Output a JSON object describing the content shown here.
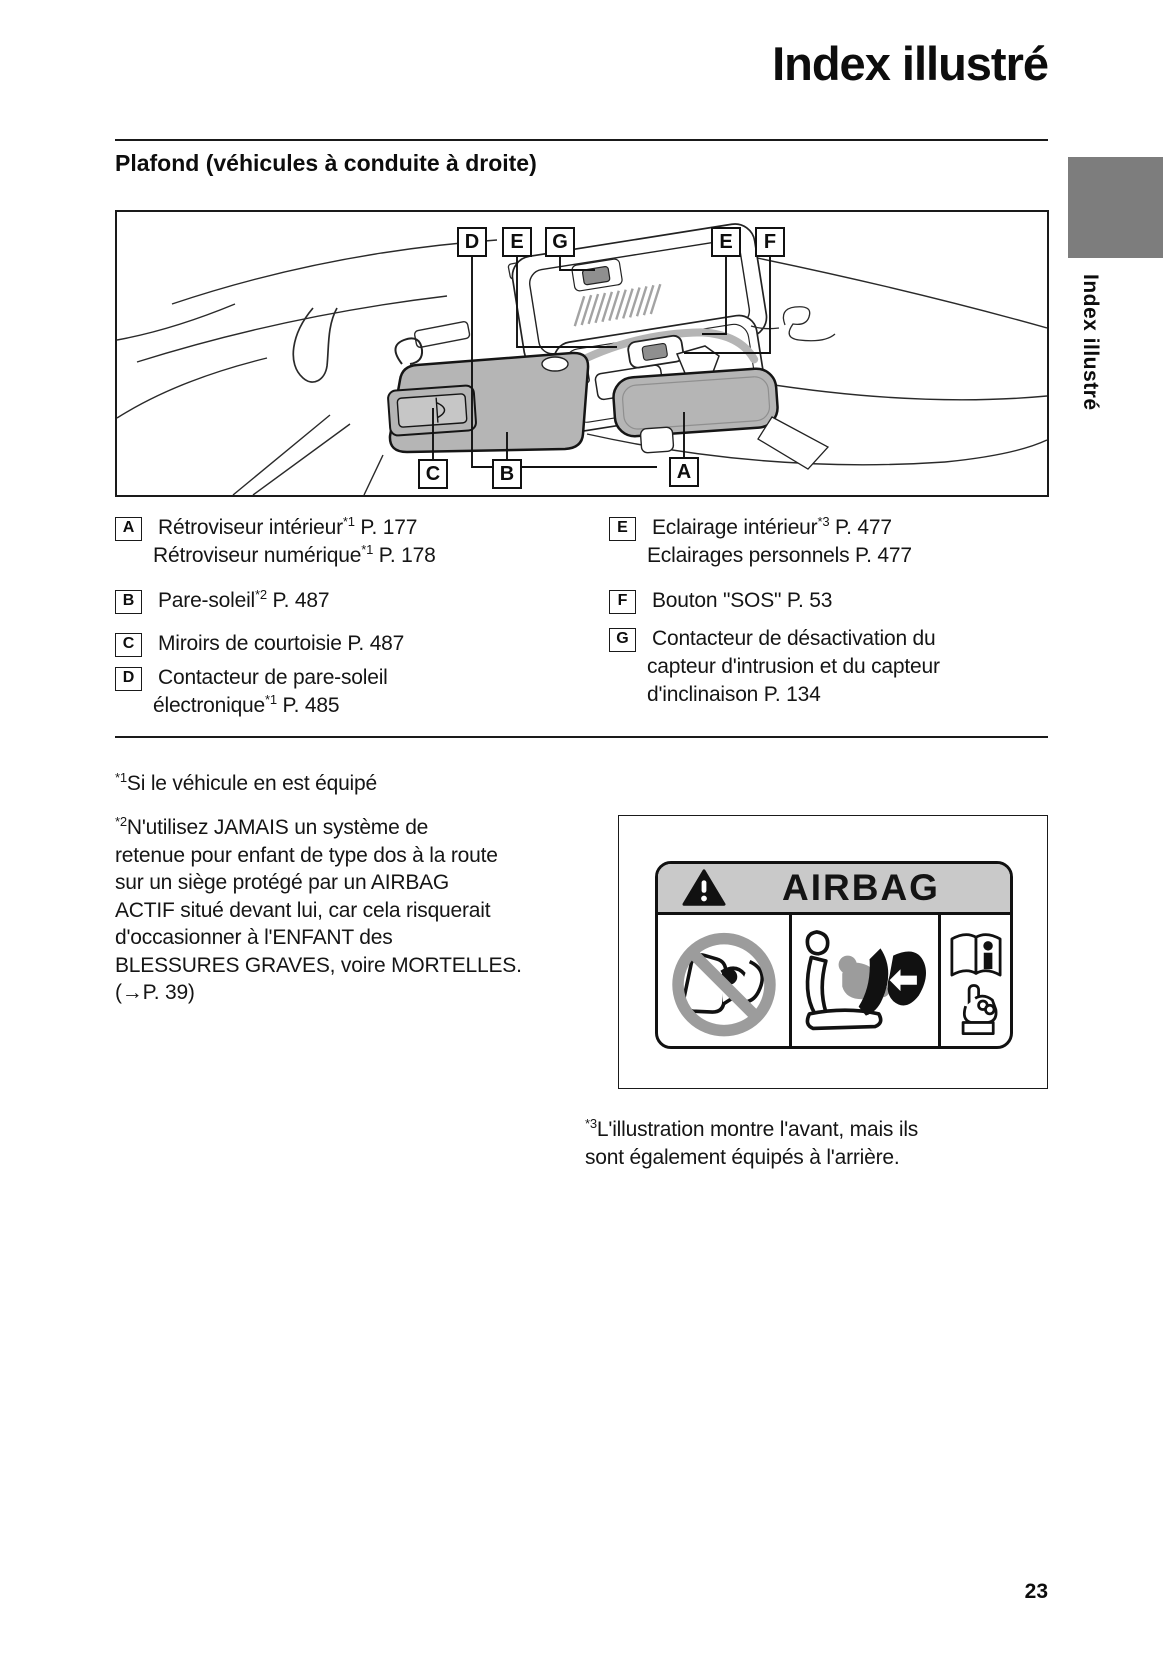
{
  "page": {
    "title": "Index illustré",
    "side_tab": "Index illustré",
    "section_heading": "Plafond (véhicules à conduite à droite)",
    "page_number": "23"
  },
  "diagram": {
    "callouts_top": [
      "D",
      "E",
      "G",
      "E",
      "F"
    ],
    "callouts_bottom": [
      "C",
      "B",
      "A"
    ]
  },
  "legend": {
    "items_left": [
      {
        "letter": "A",
        "lines": [
          {
            "t": "Rétroviseur intérieur",
            "sup": "*1",
            "t2": " P. 177"
          },
          {
            "t": "Rétroviseur numérique",
            "sup": "*1",
            "t2": " P. 178"
          }
        ]
      },
      {
        "letter": "B",
        "lines": [
          {
            "t": "Pare-soleil",
            "sup": "*2",
            "t2": " P. 487"
          }
        ]
      },
      {
        "letter": "C",
        "lines": [
          {
            "t": "Miroirs de courtoisie P. 487",
            "sup": "",
            "t2": ""
          }
        ]
      },
      {
        "letter": "D",
        "lines": [
          {
            "t": "Contacteur de pare-soleil",
            "sup": "",
            "t2": ""
          },
          {
            "t": "électronique",
            "sup": "*1",
            "t2": " P. 485"
          }
        ]
      }
    ],
    "items_right": [
      {
        "letter": "E",
        "lines": [
          {
            "t": "Eclairage intérieur",
            "sup": "*3",
            "t2": " P. 477"
          },
          {
            "t": "Eclairages personnels P. 477",
            "sup": "",
            "t2": ""
          }
        ]
      },
      {
        "letter": "F",
        "lines": [
          {
            "t": "Bouton \"SOS\" P. 53",
            "sup": "",
            "t2": ""
          }
        ]
      },
      {
        "letter": "G",
        "lines": [
          {
            "t": "Contacteur de désactivation du",
            "sup": "",
            "t2": ""
          },
          {
            "t": "capteur d'intrusion et du capteur",
            "sup": "",
            "t2": ""
          },
          {
            "t": "d'inclinaison P. 134",
            "sup": "",
            "t2": ""
          }
        ]
      }
    ]
  },
  "footnotes": {
    "f1": {
      "sup": "*1",
      "text": "Si le véhicule en est équipé"
    },
    "f2": {
      "sup": "*2",
      "lines": [
        "N'utilisez JAMAIS un système de",
        "retenue pour enfant de type dos à la route",
        "sur un siège protégé par un AIRBAG",
        "ACTIF situé devant lui, car cela risquerait",
        "d'occasionner à l'ENFANT des",
        "BLESSURES GRAVES, voire MORTELLES.",
        "(→P. 39)"
      ]
    },
    "f3": {
      "sup": "*3",
      "lines": [
        "L'illustration montre l'avant, mais ils",
        "sont également équipés à l'arrière."
      ]
    }
  },
  "airbag_label": {
    "title": "AIRBAG",
    "icons": [
      "warning-triangle-icon",
      "no-rear-facing-child-seat-icon",
      "airbag-deployment-icon",
      "read-manual-icon"
    ]
  },
  "colors": {
    "illustration_gray": "#b5b5b5",
    "tab_gray": "#7d7d7d",
    "label_header_gray": "#c9c9c9"
  }
}
